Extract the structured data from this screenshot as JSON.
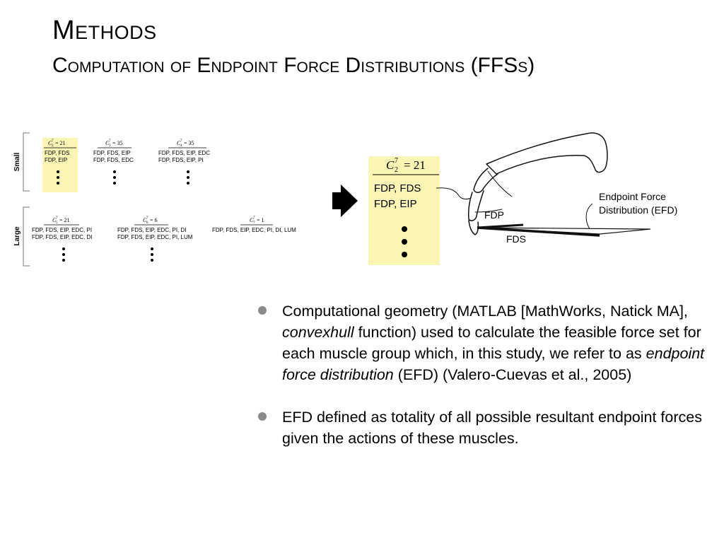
{
  "slide": {
    "title": "Methods",
    "subtitle": "Computation of Endpoint Force Distributions (FFSs)"
  },
  "figure": {
    "small_label": "Small",
    "large_label": "Large",
    "small_groups": [
      {
        "combo_c": "C",
        "combo_sub": "2",
        "combo_sup": "7",
        "combo_value": "= 21",
        "line1": "FDP, FDS",
        "line2": "FDP, EIP",
        "highlighted": true
      },
      {
        "combo_c": "C",
        "combo_sub": "3",
        "combo_sup": "7",
        "combo_value": "= 35",
        "line1": "FDP, FDS, EIP",
        "line2": "FDP, FDS, EDC",
        "highlighted": false
      },
      {
        "combo_c": "C",
        "combo_sub": "4",
        "combo_sup": "7",
        "combo_value": "= 35",
        "line1": "FDP, FDS, EIP, EDC",
        "line2": "FDP, FDS, EIP, PI",
        "highlighted": false
      }
    ],
    "large_groups": [
      {
        "combo_c": "C",
        "combo_sub": "5",
        "combo_sup": "7",
        "combo_value": "= 21",
        "line1": "FDP, FDS, EIP, EDC, PI",
        "line2": "FDP, FDS, EIP, EDC, DI"
      },
      {
        "combo_c": "C",
        "combo_sub": "6",
        "combo_sup": "7",
        "combo_value": "= 6",
        "line1": "FDP, FDS, EIP, EDC, PI, DI",
        "line2": "FDP, FDS, EIP, EDC, PI, LUM"
      },
      {
        "combo_c": "C",
        "combo_sub": "7",
        "combo_sup": "7",
        "combo_value": "= 1",
        "line1": "FDP, FDS, EIP, EDC, PI, DI, LUM",
        "line2": ""
      }
    ],
    "zoom": {
      "combo_c": "C",
      "combo_sub": "2",
      "combo_sup": "7",
      "combo_value": "= 21",
      "line1": "FDP, FDS",
      "line2": "FDP, EIP"
    },
    "finger_labels": {
      "fdp": "FDP",
      "fds": "FDS",
      "efd_line1": "Endpoint Force",
      "efd_line2": "Distribution (EFD)"
    },
    "colors": {
      "highlight": "#fbf5b5",
      "arrow": "#000000"
    }
  },
  "bullets": [
    {
      "p1": "Computational geometry (MATLAB [MathWorks, Natick MA], ",
      "em1": "convexhull",
      "p2": " function) used to calculate the feasible force set for each muscle group which, in this study, we refer to as ",
      "em2": "endpoint force distribution",
      "p3": " (EFD) (Valero-Cuevas et al., 2005)"
    },
    {
      "p1": "EFD defined as totality of all possible resultant endpoint forces given the actions of these muscles."
    }
  ]
}
